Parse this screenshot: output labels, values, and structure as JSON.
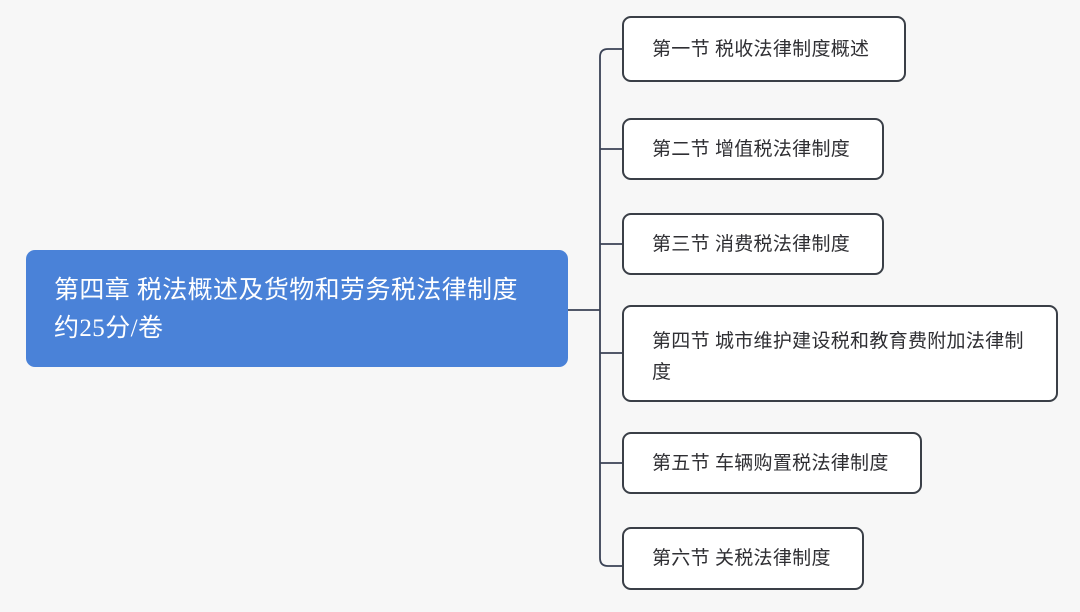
{
  "diagram": {
    "type": "org-chart",
    "orientation": "left-to-right",
    "background_color": "#f7f7f7",
    "root": {
      "title": "第四章  税法概述及货物和劳务税法律制度",
      "subtitle": "约25分/卷",
      "fill_color": "#4a82d8",
      "text_color": "#ffffff"
    },
    "connector": {
      "color": "#3a4255",
      "style": "rounded-bracket"
    },
    "branches": [
      {
        "label": "第一节  税收法律制度概述"
      },
      {
        "label": "第二节  增值税法律制度"
      },
      {
        "label": "第三节  消费税法律制度"
      },
      {
        "label": "第四节  城市维护建设税和教育费附加法律制度"
      },
      {
        "label": "第五节  车辆购置税法律制度"
      },
      {
        "label": "第六节  关税法律制度"
      }
    ],
    "node_style": {
      "fill_color": "#ffffff",
      "border_color": "#3a3f47",
      "text_color": "#2f2f33"
    }
  }
}
